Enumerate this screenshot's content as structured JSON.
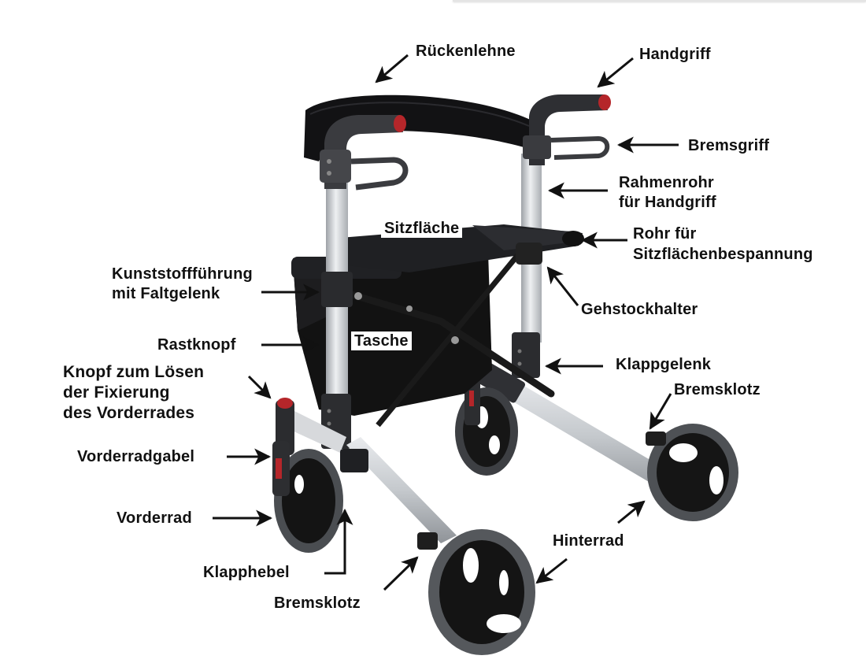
{
  "diagram": {
    "subject": "Rollator",
    "colors": {
      "frame": "#cfd2d6",
      "frame_dark": "#3a3c40",
      "upholstery": "#141414",
      "accent_red": "#b5262a",
      "tire": "#4e5155",
      "label_text": "#111111",
      "background": "#ffffff"
    },
    "labels": [
      {
        "id": "rueckenlehne",
        "lines": [
          "Rückenlehne"
        ]
      },
      {
        "id": "handgriff",
        "lines": [
          "Handgriff"
        ]
      },
      {
        "id": "bremsgriff",
        "lines": [
          "Bremsgriff"
        ]
      },
      {
        "id": "rahmenrohr",
        "lines": [
          "Rahmenrohr",
          "für Handgriff"
        ]
      },
      {
        "id": "sitzflaeche",
        "lines": [
          "Sitzfläche"
        ]
      },
      {
        "id": "rohr_sitz",
        "lines": [
          "Rohr für",
          "Sitzflächenbespannung"
        ]
      },
      {
        "id": "kunststofffuehrung",
        "lines": [
          "Kunststoffführung",
          "mit Faltgelenk"
        ]
      },
      {
        "id": "gehstockhalter",
        "lines": [
          "Gehstockhalter"
        ]
      },
      {
        "id": "rastknopf",
        "lines": [
          "Rastknopf"
        ]
      },
      {
        "id": "tasche",
        "lines": [
          "Tasche"
        ]
      },
      {
        "id": "klappgelenk",
        "lines": [
          "Klappgelenk"
        ]
      },
      {
        "id": "knopf",
        "lines": [
          "Knopf zum Lösen",
          "der Fixierung",
          "des Vorderrades"
        ]
      },
      {
        "id": "bremsklotz_hinten",
        "lines": [
          "Bremsklotz"
        ]
      },
      {
        "id": "vorderradgabel",
        "lines": [
          "Vorderradgabel"
        ]
      },
      {
        "id": "vorderrad",
        "lines": [
          "Vorderrad"
        ]
      },
      {
        "id": "hinterrad",
        "lines": [
          "Hinterrad"
        ]
      },
      {
        "id": "klapphebel",
        "lines": [
          "Klapphebel"
        ]
      },
      {
        "id": "bremsklotz_vorne",
        "lines": [
          "Bremsklotz"
        ]
      }
    ]
  }
}
